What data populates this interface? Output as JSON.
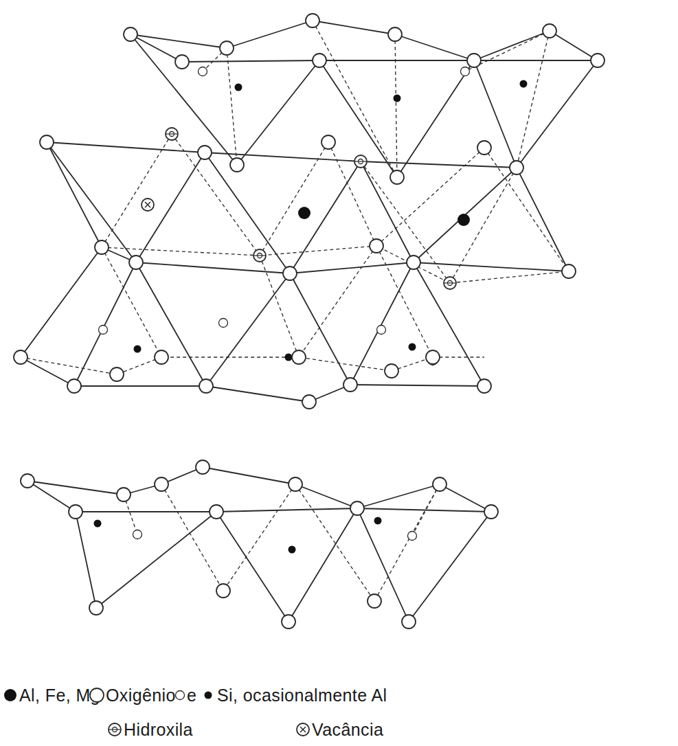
{
  "diagram": {
    "labels": [
      "e"
    ],
    "legend": [
      {
        "text": "Al, Fe, Mg"
      },
      {
        "text": "Oxigênio"
      },
      {
        "text": "Si, ocasionalmente Al"
      },
      {
        "text": "Hidroxila"
      },
      {
        "text": "Vacância"
      }
    ]
  }
}
